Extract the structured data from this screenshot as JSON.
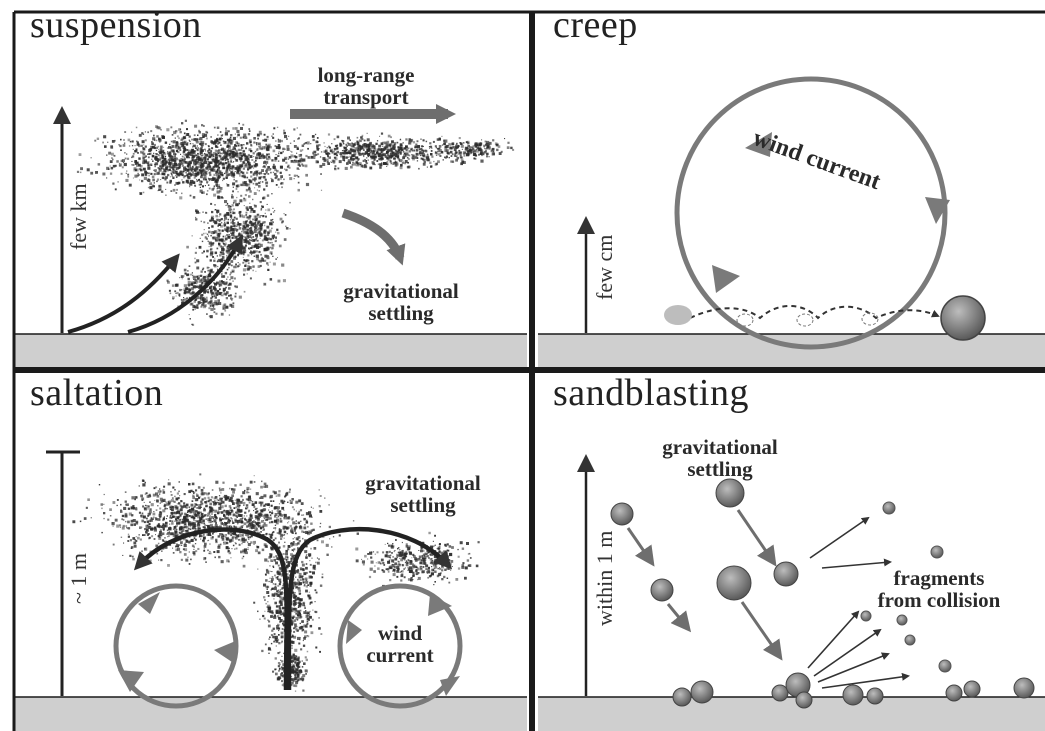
{
  "panels": {
    "suspension": {
      "title": "suspension",
      "transport_label": [
        "long-range",
        "transport"
      ],
      "settling_label": [
        "gravitational",
        "settling"
      ],
      "height_label": "few km"
    },
    "creep": {
      "title": "creep",
      "wind_label": "wind current",
      "height_label": "few cm"
    },
    "saltation": {
      "title": "saltation",
      "settling_label": [
        "gravitational",
        "settling"
      ],
      "wind_label": [
        "wind",
        "current"
      ],
      "height_label": "~ 1 m"
    },
    "sandblasting": {
      "title": "sandblasting",
      "settling_label": [
        "gravitational",
        "settling"
      ],
      "fragments_label": [
        "fragments",
        "from collision"
      ],
      "height_label": "within 1 m"
    }
  },
  "colors": {
    "frame": "#1a1a1a",
    "ground": "#cfcfcf",
    "arrow_dark": "#333333",
    "arrow_grey": "#6e6e6e",
    "loop_grey": "#7a7a7a",
    "dust": "#2b2b2b",
    "particle": "#8a8a8a"
  }
}
